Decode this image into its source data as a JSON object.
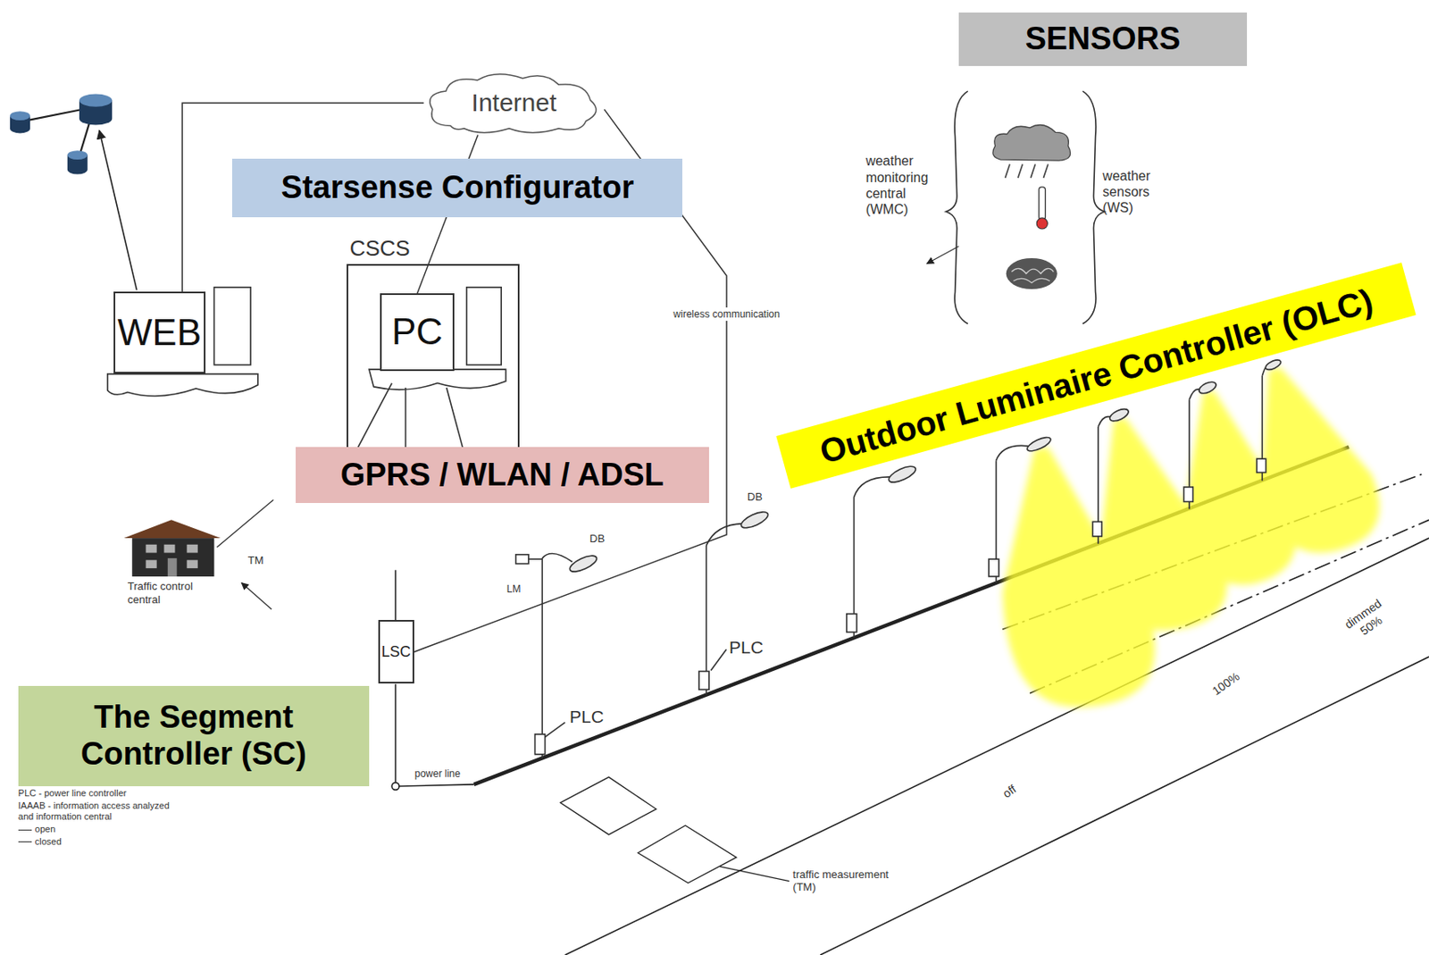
{
  "diagram": {
    "nodes": [
      {
        "text": [
          "Internet"
        ]
      },
      {
        "text": [
          "SENSORS"
        ]
      },
      {
        "text": [
          "Starsense Configurator"
        ]
      },
      {
        "text": [
          "CSCS"
        ]
      },
      {
        "text": [
          "PC"
        ],
        "in": 3
      },
      {
        "text": [
          "WEB"
        ]
      },
      {
        "text": [
          "Outdoor Luminaire Controller (OLC)"
        ]
      },
      {
        "text": [
          "GPRS / WLAN / ADSL"
        ]
      },
      {
        "text": [
          "LSC"
        ]
      },
      {
        "text": [
          "The Segment Controller (SC)"
        ]
      }
    ],
    "edges": [
      {
        "from": 0,
        "to": 5,
        "arrow": "none"
      },
      {
        "from": 0,
        "to": 4,
        "arrow": "none"
      },
      {
        "from": 0,
        "to": 8,
        "arrow": "none",
        "label": "wireless communication"
      }
    ],
    "labels": [
      "weather monitoring central (WMC)",
      "weather sensors (WS)",
      "Traffic control central",
      "TM",
      "DB",
      "LM",
      "DB",
      "PLC",
      "PLC",
      "power line",
      "dimmed 50%",
      "100%",
      "off",
      "traffic measurement (TM)",
      "PLC - power line controller",
      "IAAAB - information access analyzed and information central"
    ],
    "legend": [
      {
        "text": "open"
      },
      {
        "text": "closed"
      }
    ]
  }
}
